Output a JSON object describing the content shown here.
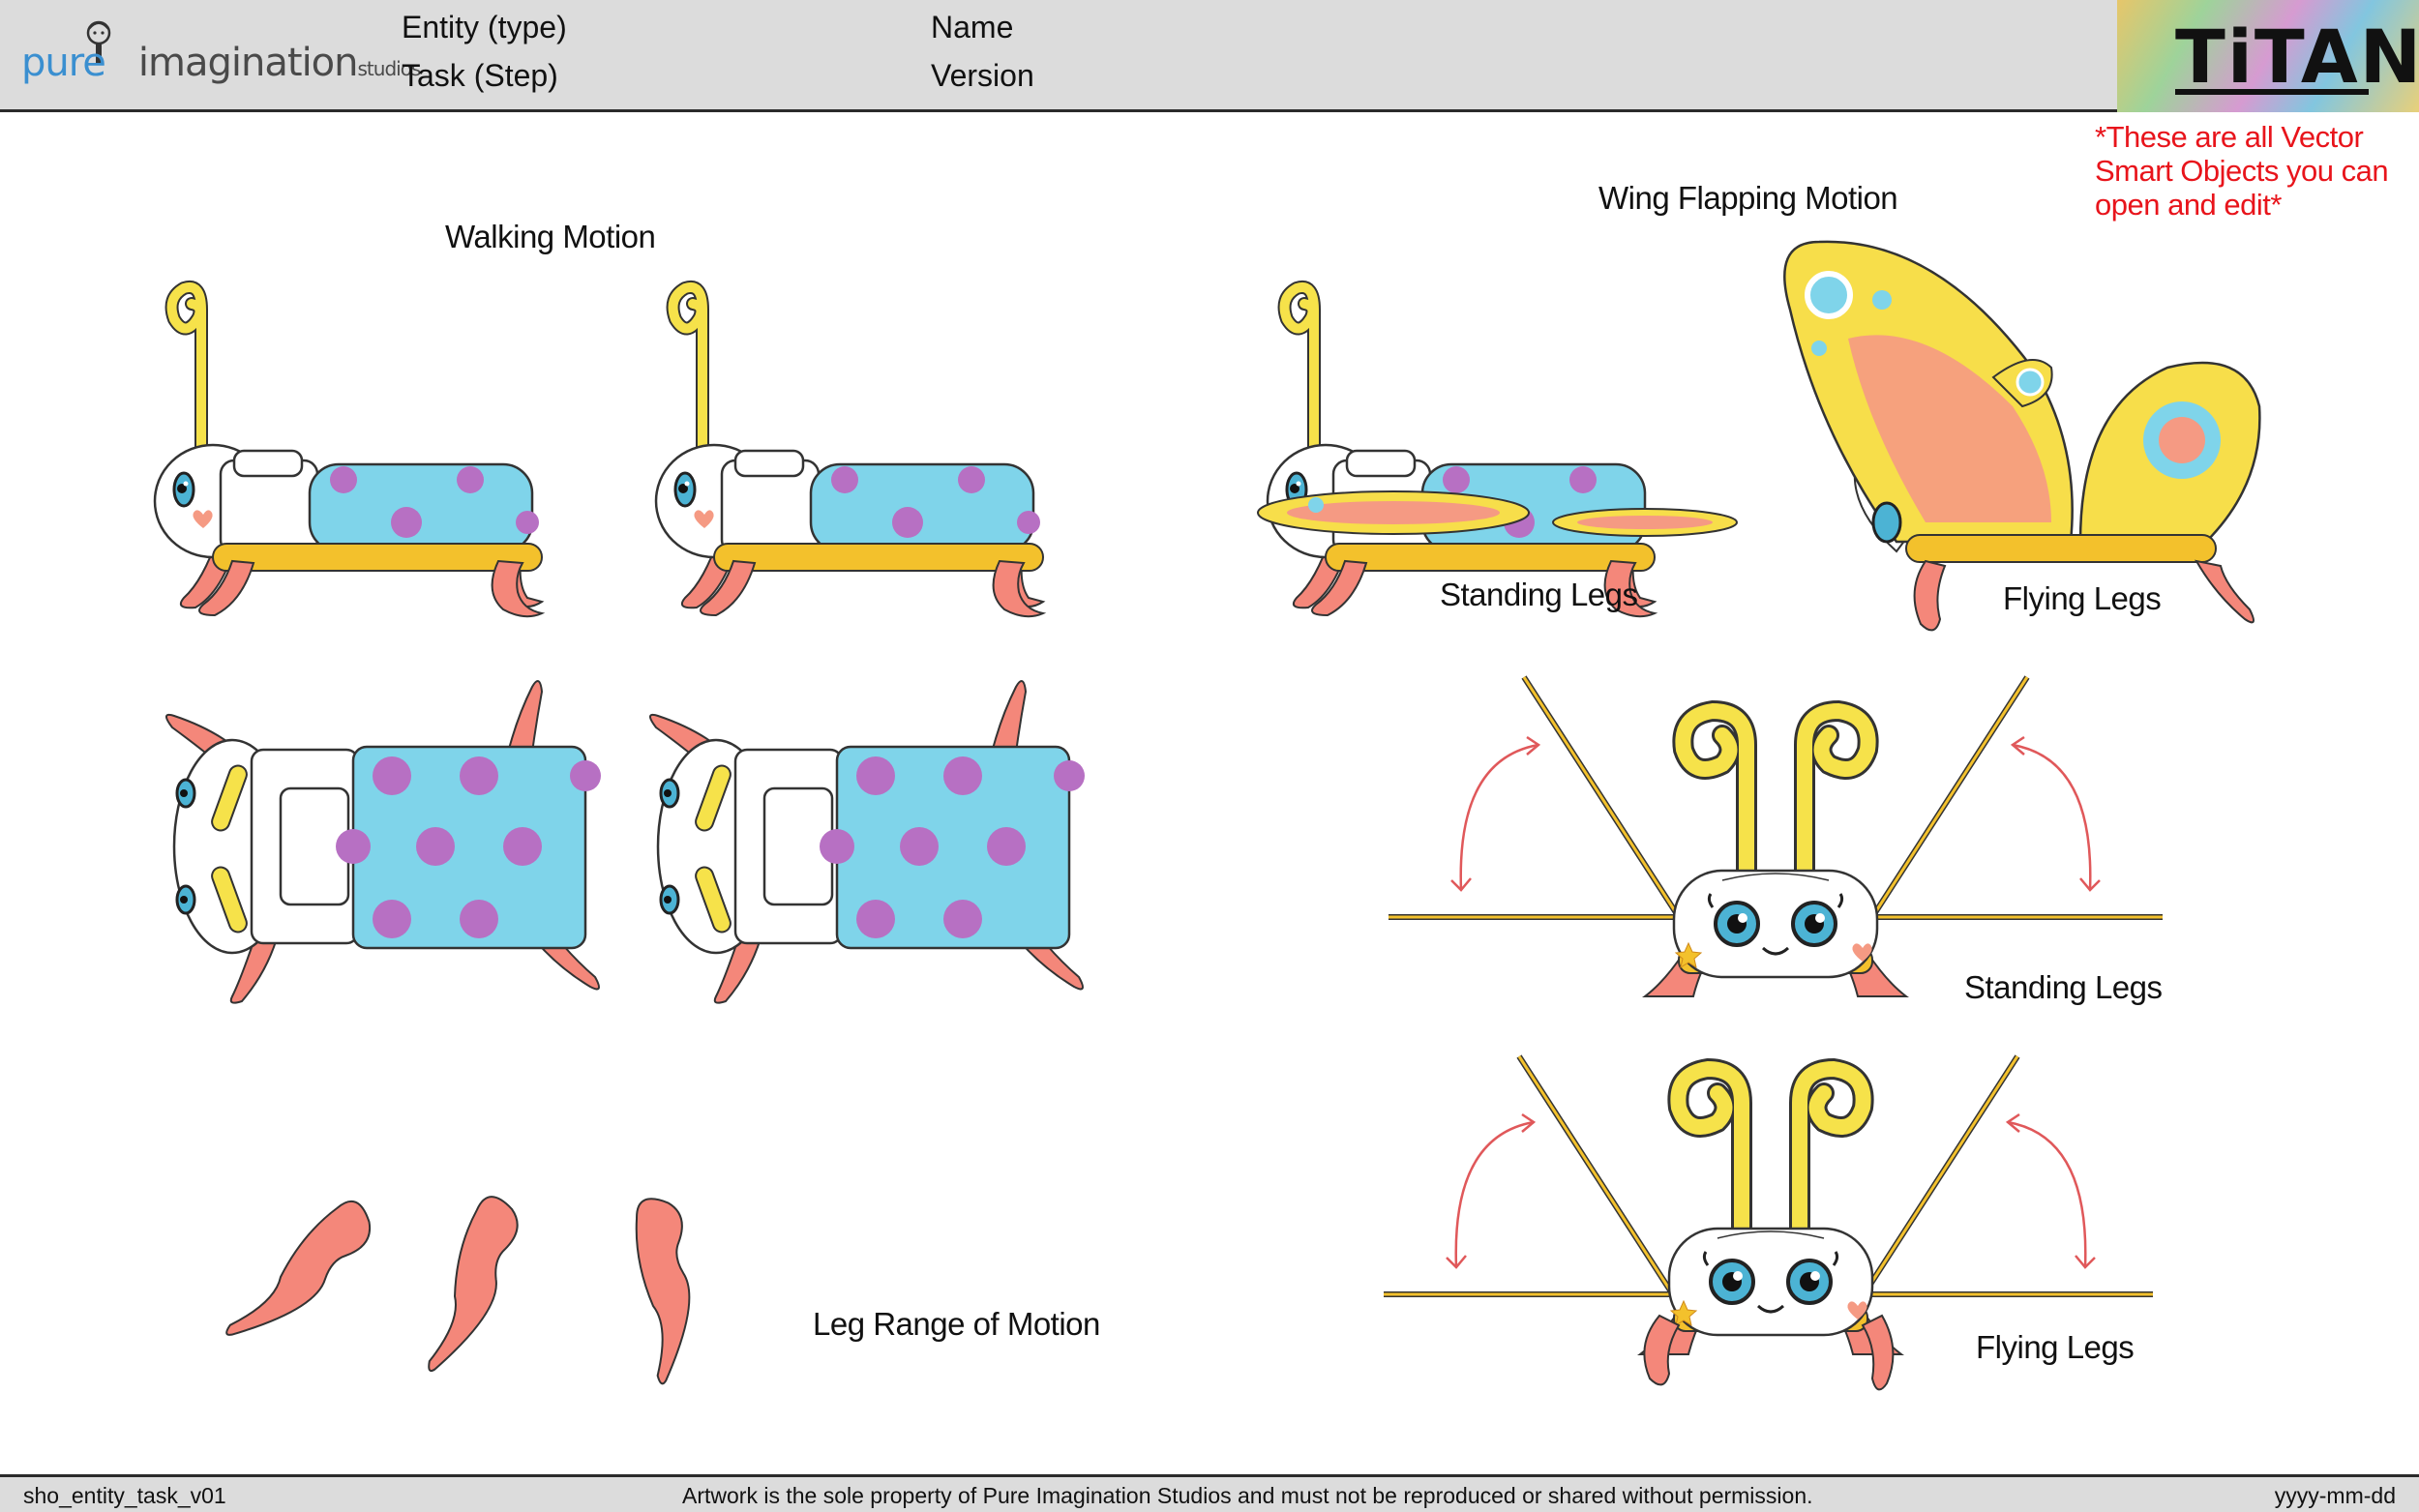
{
  "header": {
    "logo_text_a": "pure",
    "logo_text_b": "imagination",
    "logo_text_c": "studios",
    "entity_label": "Entity (type)",
    "task_label": "Task (Step)",
    "name_label": "Name",
    "version_label": "Version",
    "titan_label": "TiTAN"
  },
  "note": "*These are all Vector Smart Objects you can open and edit*",
  "captions": {
    "walking_motion": "Walking Motion",
    "wing_flapping_motion": "Wing Flapping Motion",
    "standing_legs_side": "Standing Legs",
    "flying_legs_side": "Flying Legs",
    "standing_legs_front": "Standing Legs",
    "flying_legs_front": "Flying Legs",
    "leg_range": "Leg Range of Motion"
  },
  "footer": {
    "filename": "sho_entity_task_v01",
    "copyright": "Artwork is the sole property of Pure Imagination Studios and must not be reproduced or shared without permission.",
    "date": "yyyy-mm-dd"
  },
  "colors": {
    "body_blue": "#7fd4ea",
    "spot_purple": "#b770c3",
    "antenna_yellow": "#f6e24a",
    "belt_yellow": "#f3c12c",
    "leg_salmon": "#f4877a",
    "wing_yellow": "#f7de4a",
    "wing_pink": "#f59a83",
    "arrow_red": "#e0585a",
    "note_red": "#e8141b"
  }
}
